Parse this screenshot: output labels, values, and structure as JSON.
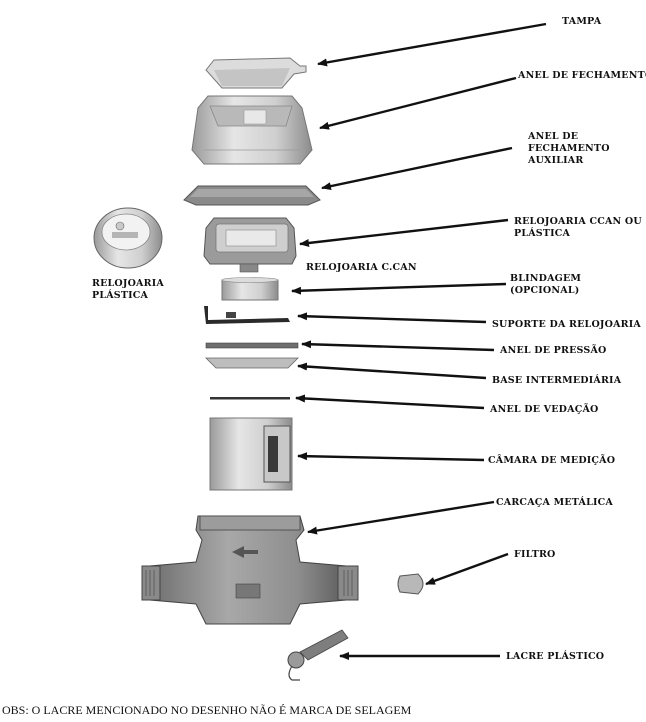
{
  "labels": {
    "tampa": "TAMPA",
    "anel_fechamento": "ANEL DE FECHAMENTO",
    "anel_fechamento_aux_1": "ANEL DE",
    "anel_fechamento_aux_2": "FECHAMENTO",
    "anel_fechamento_aux_3": "AUXILIAR",
    "relojoaria_ccan_1": "RELOJOARIA CCAN OU",
    "relojoaria_ccan_2": "PLÁSTICA",
    "relojoaria_ccan_side": "RELOJOARIA C.CAN",
    "relojoaria_plastica_1": "RELOJOARIA",
    "relojoaria_plastica_2": "PLÁSTICA",
    "blindagem_1": "BLINDAGEM",
    "blindagem_2": "(OPCIONAL)",
    "suporte": "SUPORTE DA RELOJOARIA",
    "anel_pressao": "ANEL DE PRESSÃO",
    "base_intermediaria": "BASE INTERMEDIÁRIA",
    "anel_vedacao": "ANEL DE VEDAÇÃO",
    "camara_medicao": "CÂMARA DE MEDIÇÃO",
    "carcaca": "CARCAÇA METÁLICA",
    "filtro": "FILTRO",
    "lacre": "LACRE PLÁSTICO"
  },
  "note": "OBS: O LACRE MENCIONADO NO DESENHO NÃO É MARCA DE SELAGEM",
  "colors": {
    "part_fill": "#d4d4d4",
    "part_light": "#ececec",
    "part_dark": "#7a7a7a",
    "line": "#111111"
  }
}
